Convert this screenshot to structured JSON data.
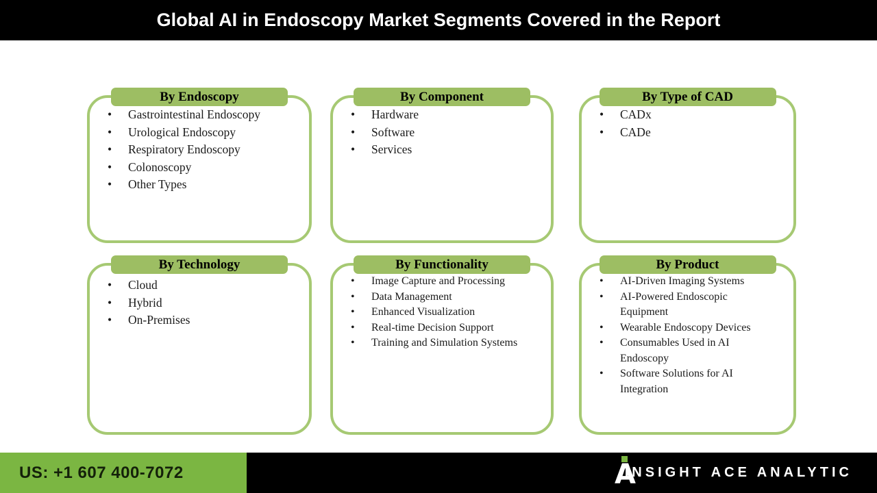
{
  "title": "Global AI in Endoscopy Market Segments Covered in the Report",
  "panels": [
    {
      "heading": "By Endoscopy",
      "items": [
        "Gastrointestinal Endoscopy",
        "Urological Endoscopy",
        "Respiratory Endoscopy",
        "Colonoscopy",
        "Other Types"
      ]
    },
    {
      "heading": "By Component",
      "items": [
        "Hardware",
        "Software",
        "Services"
      ]
    },
    {
      "heading": "By Type of CAD",
      "items": [
        "CADx",
        "CADe"
      ]
    },
    {
      "heading": "By Technology",
      "items": [
        "Cloud",
        "Hybrid",
        "On-Premises"
      ]
    },
    {
      "heading": "By Functionality",
      "items": [
        "Image Capture and Processing",
        "Data Management",
        "Enhanced Visualization",
        "Real-time Decision Support",
        "Training and Simulation Systems"
      ]
    },
    {
      "heading": "By Product",
      "items": [
        "AI-Driven Imaging Systems",
        "AI-Powered Endoscopic Equipment",
        "Wearable Endoscopy Devices",
        "Consumables Used in AI Endoscopy",
        "Software Solutions for AI Integration"
      ]
    }
  ],
  "footer": {
    "phone": "US: +1 607 400-7072",
    "brand": "INSIGHT ACE ANALYTIC",
    "logo_letter": "A"
  },
  "colors": {
    "header_bg": "#000000",
    "title_text": "#FFFFFF",
    "tab_green": "#9DBE63",
    "border_green": "#A6C973",
    "footer_green": "#7BB642",
    "body_text": "#1A1A1A"
  }
}
